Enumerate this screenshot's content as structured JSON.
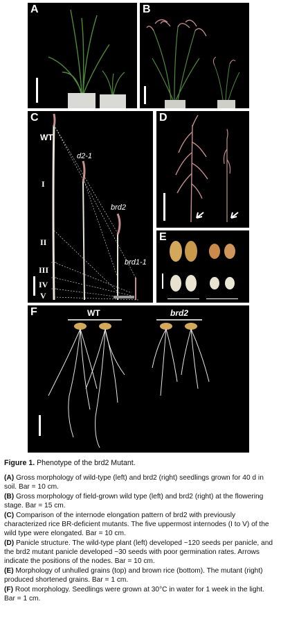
{
  "panels": {
    "A": {
      "letter": "A"
    },
    "B": {
      "letter": "B"
    },
    "C": {
      "letter": "C",
      "wt": "WT",
      "d2": "d2-1",
      "brd2": "brd2",
      "brd1": "brd1-1",
      "internodes": [
        "I",
        "II",
        "III",
        "IV",
        "V"
      ]
    },
    "D": {
      "letter": "D"
    },
    "E": {
      "letter": "E"
    },
    "F": {
      "letter": "F",
      "wt": "WT",
      "brd2": "brd2"
    }
  },
  "caption": {
    "title_prefix": "Figure 1.",
    "title_text": "Phenotype of the brd2 Mutant.",
    "items": [
      {
        "key": "(A)",
        "text": "Gross morphology of wild-type (left) and brd2 (right) seedlings grown for 40 d in soil. Bar = 10 cm."
      },
      {
        "key": "(B)",
        "text": "Gross morphology of field-grown wild type (left) and brd2 (right) at the flowering stage. Bar = 15 cm."
      },
      {
        "key": "(C)",
        "text": "Comparison of the internode elongation pattern of brd2 with previously characterized rice BR-deficient mutants. The five uppermost internodes (I to V) of the wild type were elongated. Bar = 10 cm."
      },
      {
        "key": "(D)",
        "text": "Panicle structure. The wild-type plant (left) developed ~120 seeds per panicle, and the brd2 mutant panicle developed ~30 seeds with poor germination rates. Arrows indicate the positions of the nodes. Bar = 10 cm."
      },
      {
        "key": "(E)",
        "text": "Morphology of unhulled grains (top) and brown rice (bottom). The mutant (right) produced shortened grains. Bar = 1 cm."
      },
      {
        "key": "(F)",
        "text": "Root morphology. Seedlings were grown at 30°C in water for 1 week in the light. Bar = 1 cm."
      }
    ]
  },
  "colors": {
    "panel_bg": "#000000",
    "pot": "#d9d9d6",
    "leaf": "#4f8a3a",
    "panicle": "#c98f8f",
    "text": "#111111"
  }
}
